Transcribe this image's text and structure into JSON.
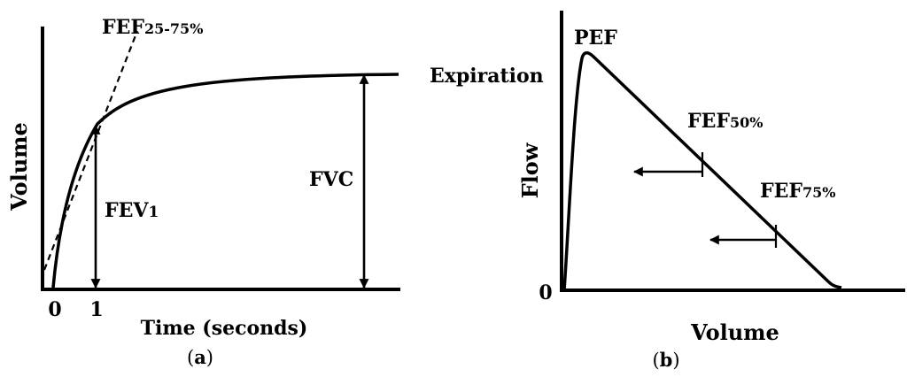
{
  "panel_a": {
    "y_axis_label": "Volume",
    "x_axis_label": "Time (seconds)",
    "tick_0": "0",
    "tick_1": "1",
    "fef_label": "FEF",
    "fef_sub": "25-75%",
    "fev_label": "FEV",
    "fev_sub": "1",
    "fvc_label": "FVC",
    "caption_open": "(",
    "caption_letter": "a",
    "caption_close": ")"
  },
  "panel_b": {
    "y_axis_label": "Flow",
    "x_axis_label": "Volume",
    "origin_label": "0",
    "expiration_label": "Expiration",
    "pef_label": "PEF",
    "fef50_label": "FEF",
    "fef50_sub": "50%",
    "fef75_label": "FEF",
    "fef75_sub": "75%",
    "caption_open": "(",
    "caption_letter": "b",
    "caption_close": ")"
  },
  "colors": {
    "ink": "#000000",
    "background": "#ffffff"
  }
}
